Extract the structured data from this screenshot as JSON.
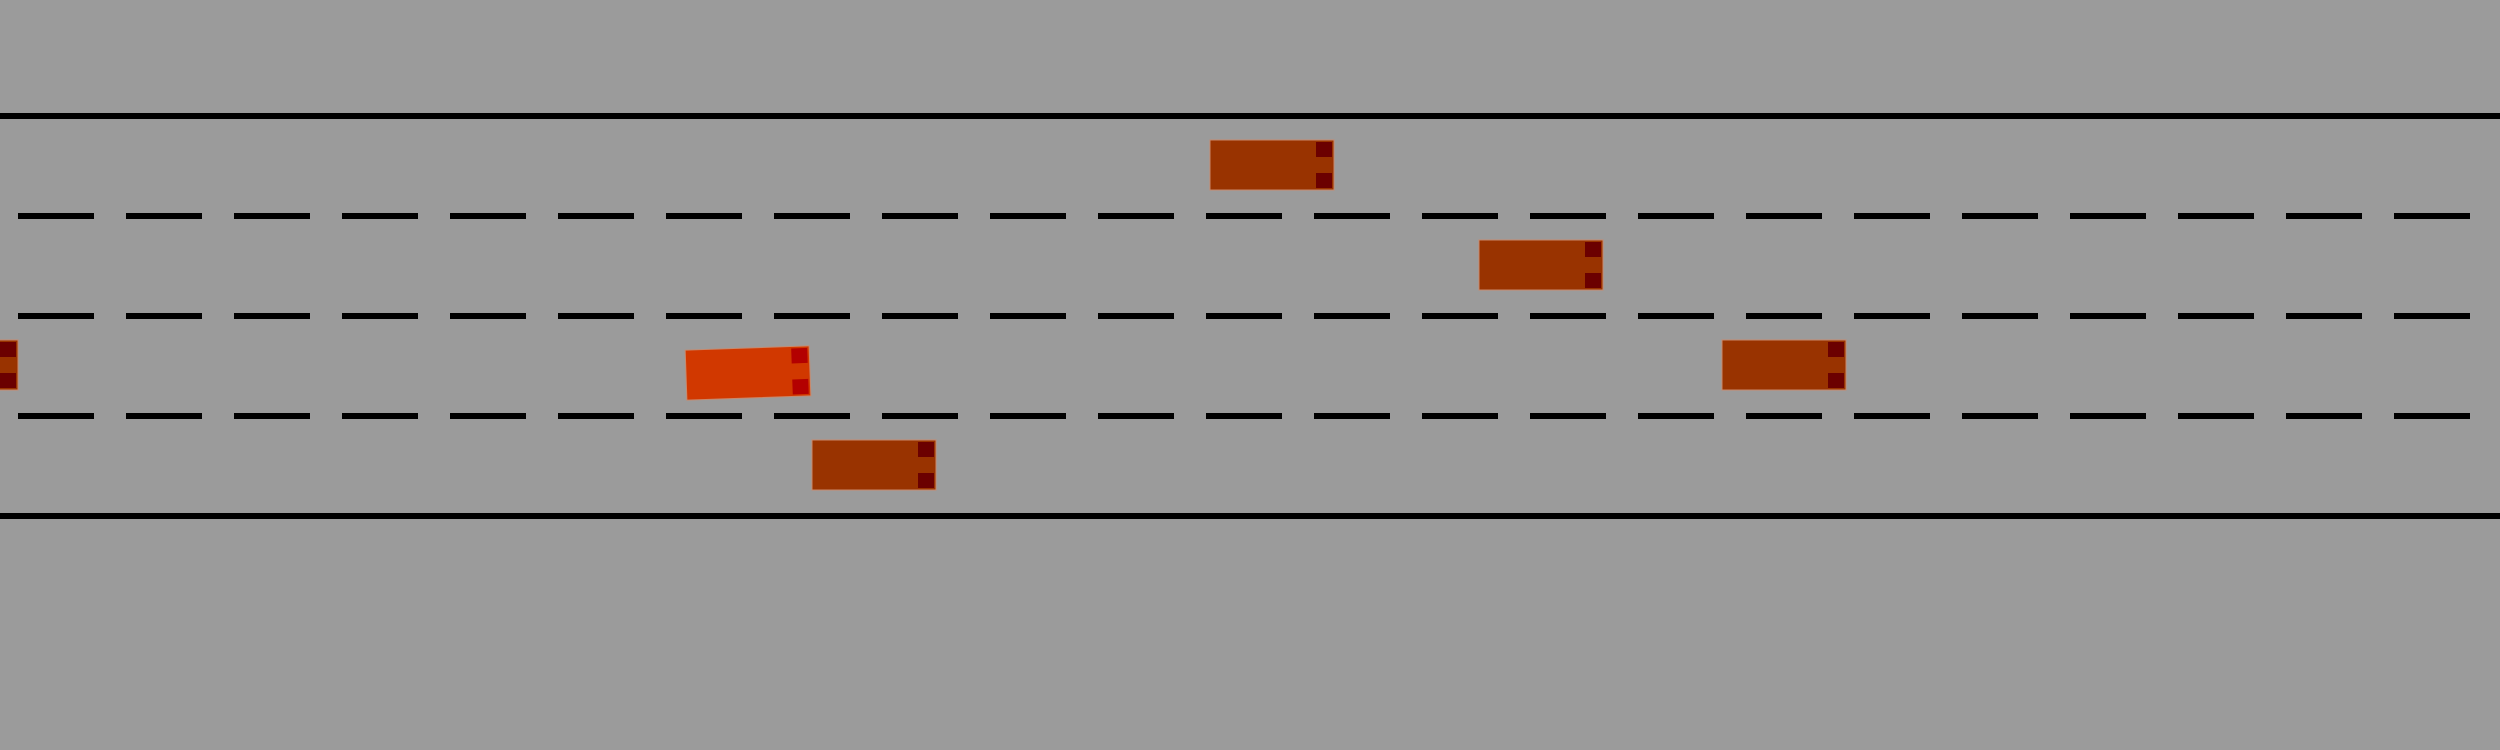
{
  "scene": {
    "background_color": "#9b9b9b",
    "road_line_color": "#000000"
  },
  "road": {
    "lane_count": 4,
    "lanes": [
      {
        "id": 1,
        "boundary_above": "solid",
        "boundary_below": "dashed"
      },
      {
        "id": 2,
        "boundary_above": "dashed",
        "boundary_below": "dashed"
      },
      {
        "id": 3,
        "boundary_above": "dashed",
        "boundary_below": "dashed"
      },
      {
        "id": 4,
        "boundary_above": "dashed",
        "boundary_below": "solid"
      }
    ]
  },
  "vehicles": [
    {
      "name": "ego-vehicle",
      "role": "ego",
      "lane": 3,
      "heading": "right",
      "color": "#d13800",
      "light_color": "#b30000"
    },
    {
      "name": "vehicle-1",
      "role": "traffic",
      "lane": 1,
      "heading": "right",
      "color": "#993300",
      "light_color": "#6b0000"
    },
    {
      "name": "vehicle-2",
      "role": "traffic",
      "lane": 2,
      "heading": "right",
      "color": "#993300",
      "light_color": "#6b0000"
    },
    {
      "name": "vehicle-3",
      "role": "traffic",
      "lane": 3,
      "heading": "right",
      "color": "#993300",
      "light_color": "#6b0000"
    },
    {
      "name": "vehicle-4",
      "role": "traffic",
      "lane": 4,
      "heading": "right",
      "color": "#993300",
      "light_color": "#6b0000"
    },
    {
      "name": "vehicle-5",
      "role": "traffic",
      "lane": 3,
      "heading": "right",
      "color": "#993300",
      "light_color": "#6b0000",
      "partially_visible": true
    }
  ]
}
